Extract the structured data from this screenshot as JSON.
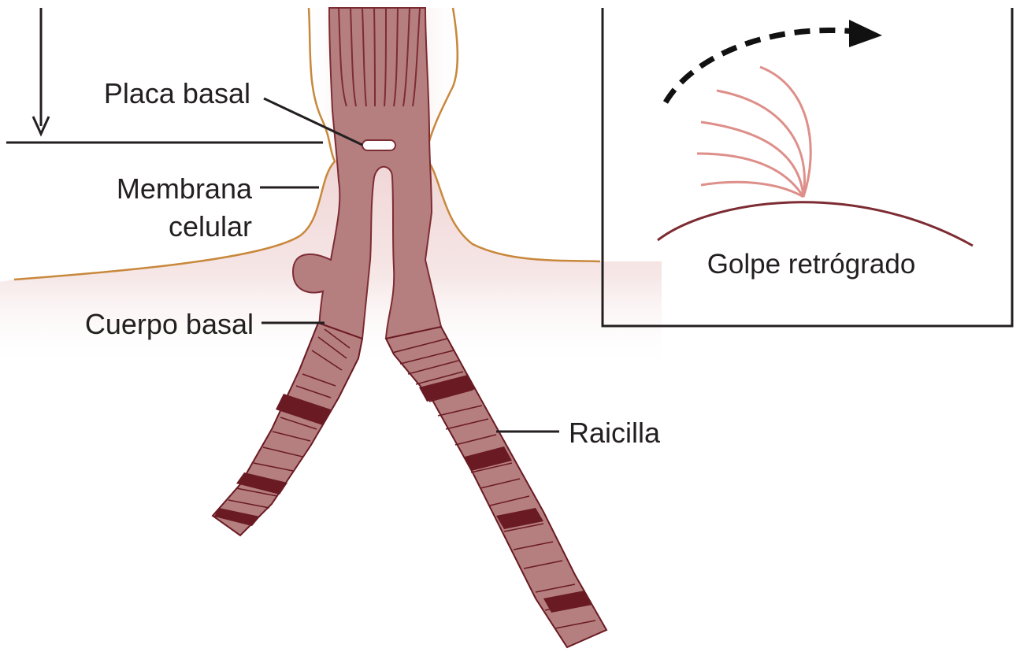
{
  "labels": {
    "placa_basal": "Placa basal",
    "membrana_line1": "Membrana",
    "membrana_line2": "celular",
    "cuerpo_basal": "Cuerpo basal",
    "raicilla": "Raicilla"
  },
  "inset": {
    "title": "Golpe retrógrado"
  },
  "colors": {
    "cilium": "#b57f80",
    "cilium_line": "#7d2c33",
    "rootlet_band": "#6a1a22",
    "membrane": "#c8883c",
    "cytoplasm": "#f3dede",
    "inset_stroke": "#de8f8a",
    "surface": "#7d2c33"
  }
}
